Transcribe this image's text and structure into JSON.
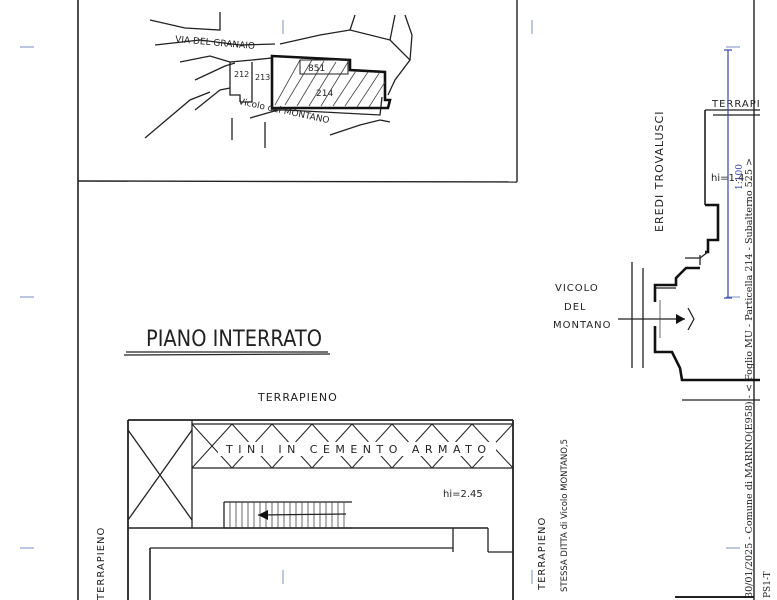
{
  "location_map": {
    "street_top": "VIA DEL GRANAIO",
    "lot_212": "212",
    "lot_213": "213",
    "lot_851": "851",
    "lot_214": "214",
    "street_bottom": "Vicolo del MONTANO"
  },
  "plan": {
    "title": "PIANO INTERRATO",
    "terrapieno_top": "TERRAPIENO",
    "tini": "TINI IN CEMENTO ARMATO",
    "height": "hi=2.45",
    "terrapieno_left": "TERRAPIENO",
    "terrapieno_right": "TERRAPIENO",
    "stessa_ditta": "STESSA DITTA di Vicolo MONTANO,5"
  },
  "right_drawing": {
    "terrapieno": "TERRAPI",
    "eredi": "EREDI TROVALUSCI",
    "height": "hi=1.4",
    "vicolo": "VICOLO",
    "del": "DEL",
    "montano": "MONTANO"
  },
  "stamp": {
    "date_line": "30/01/2025 - Comune di MARINO(E958) - < Foglio MU - Particella 214 - Subalterno 525 >",
    "scale": "1:100",
    "code": "PS1-T"
  }
}
